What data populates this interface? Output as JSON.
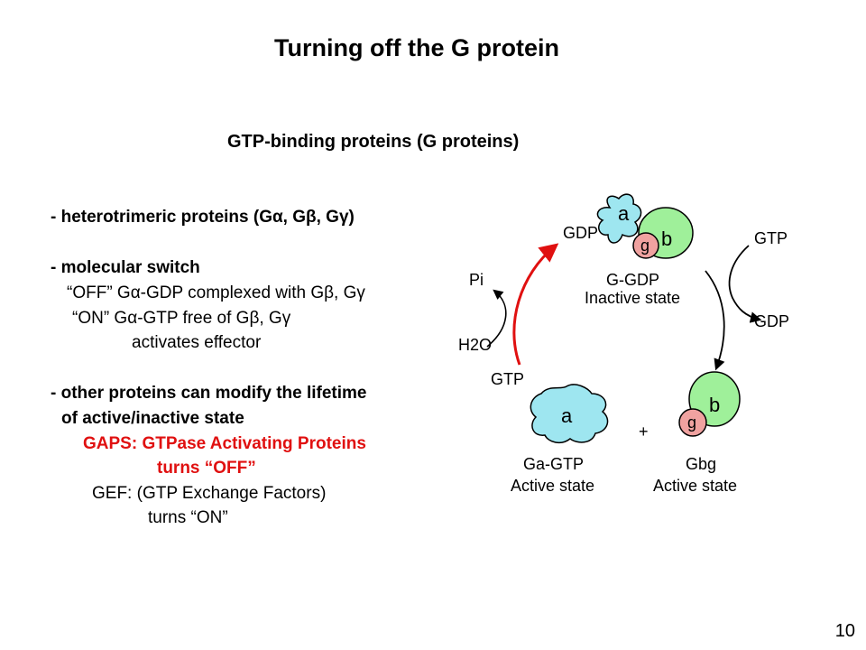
{
  "slide": {
    "title": "Turning off the G protein",
    "subtitle": "GTP-binding proteins (G proteins)",
    "page_number": "10"
  },
  "bullets": {
    "b1": "- heterotrimeric proteins (Gα, Gβ, Gγ)",
    "b2_head": "- molecular switch",
    "b2_off": "“OFF”  Gα-GDP complexed with Gβ, Gγ",
    "b2_on": "“ON”  Gα-GTP free of Gβ, Gγ",
    "b2_activates": "activates effector",
    "b3_head1": "- other proteins can modify the lifetime",
    "b3_head2": "of active/inactive state",
    "gaps": "GAPS: GTPase Activating Proteins",
    "gaps_turns": "turns “OFF”",
    "gef": "GEF: (GTP Exchange Factors)",
    "gef_turns": "turns “ON”"
  },
  "diagram": {
    "top_gdp": "GDP",
    "top_complex_name": "G-GDP",
    "top_complex_state": "Inactive state",
    "gtp_in": "GTP",
    "gdp_out": "GDP",
    "pi_label": "Pi",
    "h2o_label": "H2O",
    "gtp_left": "GTP",
    "alpha_label": "a",
    "beta_label": "b",
    "gamma_label": "g",
    "plus": "+",
    "alpha_name": "Ga-GTP",
    "alpha_state": "Active state",
    "bg_name": "Gbg",
    "bg_state": "Active state",
    "colors": {
      "alpha_fill": "#9ee6f0",
      "beta_fill": "#9ff09a",
      "gamma_fill": "#f0a2a0",
      "gap_arrow": "#e01010"
    }
  }
}
